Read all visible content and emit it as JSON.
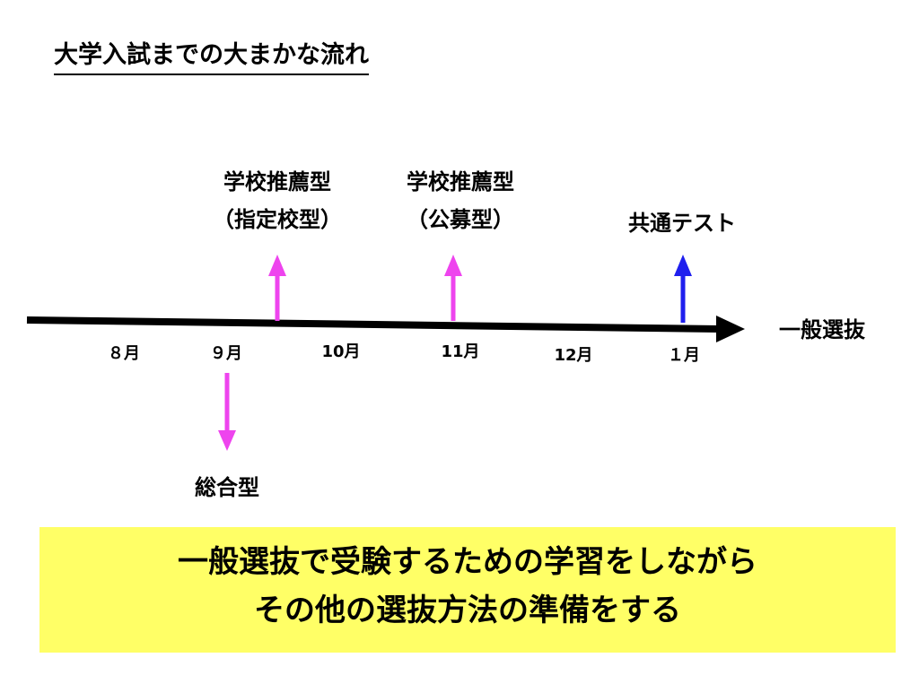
{
  "title": "大学入試までの大まかな流れ",
  "months": [
    "８月",
    "９月",
    "10月",
    "11月",
    "12月",
    "１月"
  ],
  "timeline_end_label": "一般選抜",
  "events": {
    "shitei": {
      "line1": "学校推薦型",
      "line2": "（指定校型）"
    },
    "koubo": {
      "line1": "学校推薦型",
      "line2": "（公募型）"
    },
    "kyotsu": {
      "line1": "共通テスト"
    },
    "sougou": {
      "line1": "総合型"
    }
  },
  "summary": {
    "line1": "一般選抜で受験するための学習をしながら",
    "line2": "その他の選抜方法の準備をする"
  },
  "colors": {
    "timeline": "#000000",
    "recommendation_arrow": "#ee44ee",
    "common_test_arrow": "#1f1fee",
    "summary_background": "#ffff66"
  }
}
